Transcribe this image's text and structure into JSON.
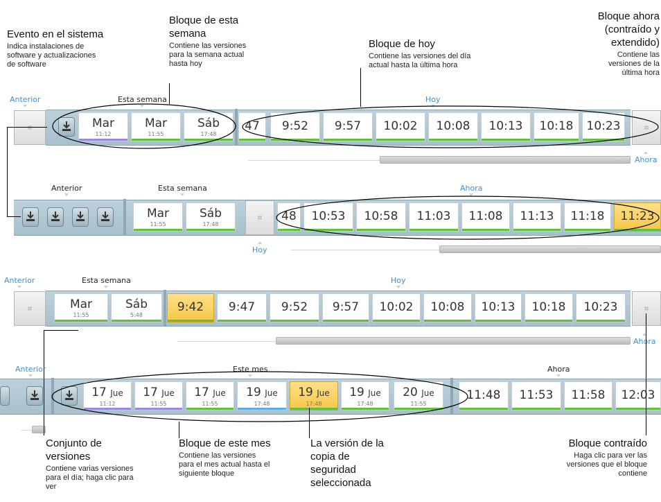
{
  "annotations": {
    "system_event": {
      "title": "Evento en el sistema",
      "desc": "Indica instalaciones de\nsoftware y actualizaciones\nde software"
    },
    "week_block": {
      "title": "Bloque de esta\nsemana",
      "desc": "Contiene las versiones\npara la semana actual\nhasta hoy"
    },
    "today_block": {
      "title": "Bloque de hoy",
      "desc": "Contiene las versiones del día\nactual hasta la última hora"
    },
    "now_block": {
      "title": "Bloque ahora\n(contraído y\nextendido)",
      "desc": "Contiene las\nversiones de la\núltima hora"
    },
    "version_set": {
      "title": "Conjunto de\nversiones",
      "desc": "Contiene varias versiones\npara el día; haga clic para\nver"
    },
    "month_block": {
      "title": "Bloque de este mes",
      "desc": "Contiene las versiones\npara el mes actual hasta el\nsiguiente bloque"
    },
    "selected_version": {
      "title": "La versión de la\ncopia de\nseguridad\nseleccionada"
    },
    "collapsed_block": {
      "title": "Bloque contraído",
      "desc": "Haga clic para ver las\nversiones que el bloque\ncontiene"
    }
  },
  "timeline1": {
    "label_previous": "Anterior",
    "label_week": "Esta semana",
    "label_today": "Hoy",
    "label_now": "Ahora",
    "week_tiles": [
      {
        "day": "Mar",
        "time": "11:12"
      },
      {
        "day": "Mar",
        "time": "11:55"
      },
      {
        "day": "Sáb",
        "time": "17:48"
      }
    ],
    "partial": "47",
    "times": [
      "9:52",
      "9:57",
      "10:02",
      "10:08",
      "10:13",
      "10:18",
      "10:23"
    ]
  },
  "timeline2": {
    "label_previous": "Anterior",
    "label_week": "Esta semana",
    "label_now": "Ahora",
    "label_today": "Hoy",
    "week_tiles": [
      {
        "day": "Mar",
        "time": "11:55"
      },
      {
        "day": "Sáb",
        "time": "17:48"
      }
    ],
    "partial": "48",
    "times": [
      "10:53",
      "10:58",
      "11:03",
      "11:08",
      "11:13",
      "11:18",
      "11:23"
    ]
  },
  "timeline3": {
    "label_previous": "Anterior",
    "label_week": "Esta semana",
    "label_today": "Hoy",
    "label_now": "Ahora",
    "week_tiles": [
      {
        "day": "Mar",
        "time": "11:55"
      },
      {
        "day": "Sáb",
        "time": "5:48"
      }
    ],
    "times": [
      "9:42",
      "9:47",
      "9:52",
      "9:57",
      "10:02",
      "10:08",
      "10:13",
      "10:18",
      "10:23"
    ]
  },
  "timeline4": {
    "label_previous": "Anterior",
    "label_month": "Este mes",
    "label_now": "Ahora",
    "month_tiles": [
      {
        "day": "17",
        "month": "Jue",
        "time": "11:12"
      },
      {
        "day": "17",
        "month": "Jue",
        "time": "11:55"
      },
      {
        "day": "17",
        "month": "Jue",
        "time": "11:55"
      },
      {
        "day": "19",
        "month": "Jue",
        "time": "17:48"
      },
      {
        "day": "19",
        "month": "Jue",
        "time": "17:48"
      },
      {
        "day": "19",
        "month": "Jue",
        "time": "17:48"
      },
      {
        "day": "20",
        "month": "Jue",
        "time": "11:55"
      }
    ],
    "times": [
      "11:48",
      "11:53",
      "11:58",
      "12:03"
    ]
  },
  "colors": {
    "accent_blue": "#3d8fd6",
    "strip": "#b4cad6",
    "selected": "#f6c644",
    "bar_green": "#61c23a",
    "bar_purple": "#9b8ae0",
    "bar_blue": "#5aaee8"
  },
  "icons": [
    "time-machine-disk-icon",
    "collapsed-block-dots-icon",
    "ellipse-annotation"
  ]
}
